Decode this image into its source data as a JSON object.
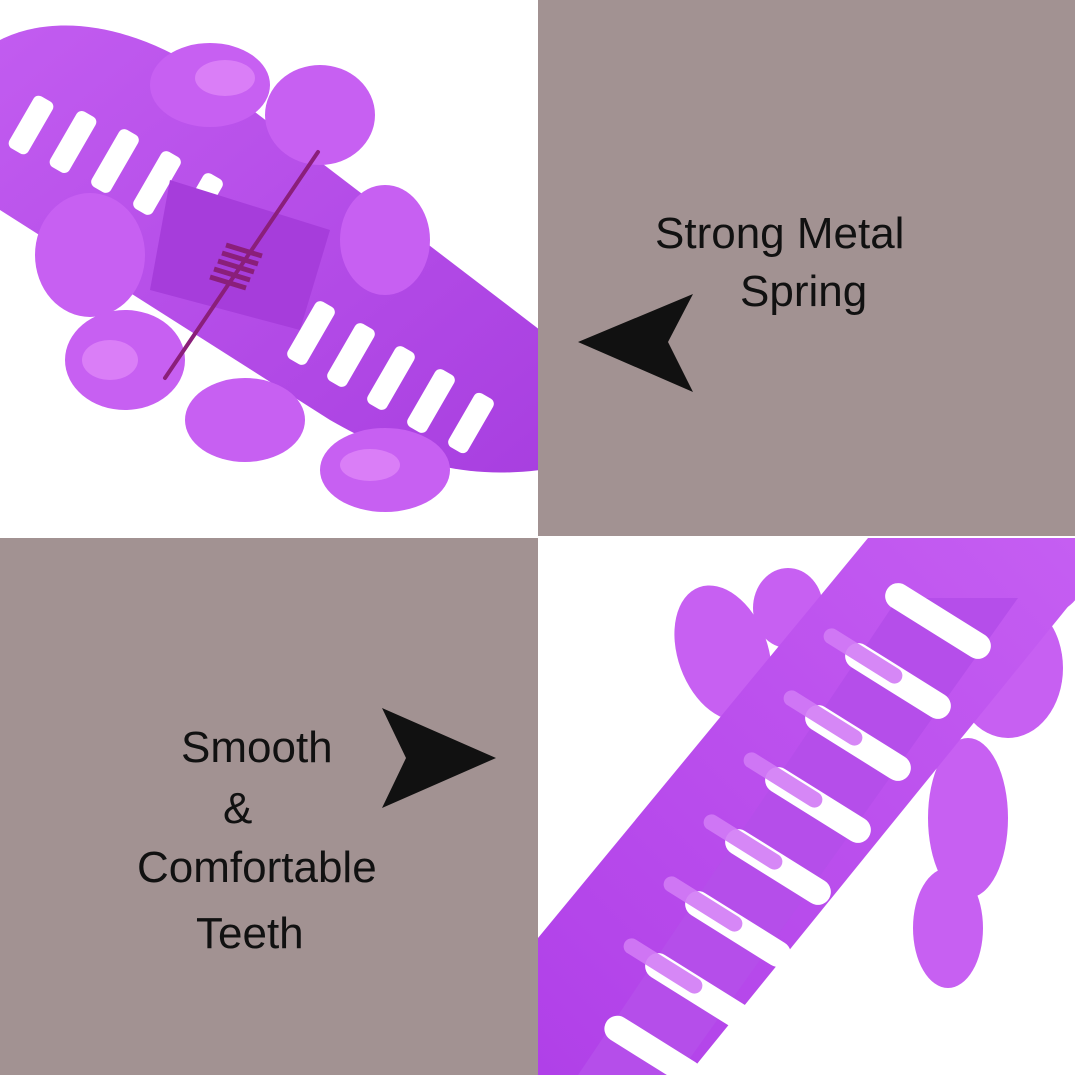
{
  "captions": {
    "spring_line1": "Strong Metal",
    "spring_line2": "Spring",
    "teeth_line1": "Smooth",
    "teeth_line2": "&",
    "teeth_line3": "Comfortable",
    "teeth_line4": "Teeth"
  },
  "colors": {
    "panel_background": "#a29292",
    "photo_background": "#ffffff",
    "product_purple": "#b64ae8",
    "product_highlight": "#d87cf5",
    "spring_color": "#8a1f7a",
    "arrow_color": "#111111",
    "text_color": "#111111"
  },
  "icons": {
    "spring_pointer": "left-arrowhead-icon",
    "teeth_pointer": "right-arrowhead-icon"
  }
}
